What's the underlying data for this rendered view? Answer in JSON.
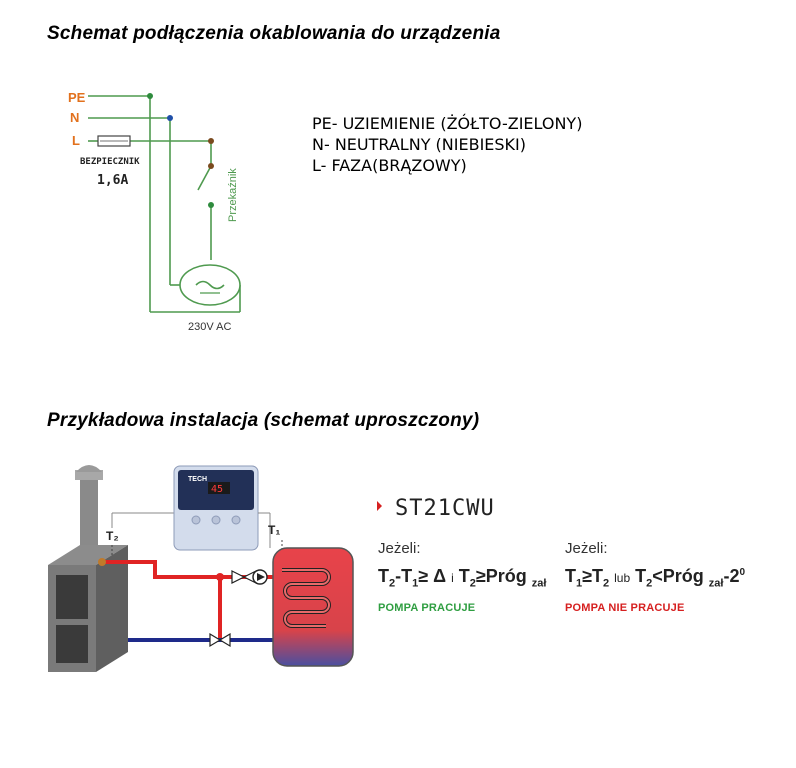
{
  "headings": {
    "wiring": "Schemat podłączenia okablowania do urządzenia",
    "installation": "Przykładowa instalacja (schemat uproszczony)"
  },
  "wiring_diagram": {
    "terminals": [
      "PE",
      "N",
      "L"
    ],
    "fuse_label": "BEZPIECZNIK",
    "fuse_value": "1,6A",
    "relay_label": "Przekaźnik",
    "supply_label": "230V AC",
    "colors": {
      "terminal_text": "#e2711d",
      "wire": "#3a8f3a",
      "node_green": "#2e8b3d",
      "node_blue": "#1f4fa8",
      "node_brown": "#7a4a1e"
    }
  },
  "legend": [
    "PE- UZIEMIENIE (ŻÓŁTO-ZIELONY)",
    "N- NEUTRALNY (NIEBIESKI)",
    "L- FAZA(BRĄZOWY)"
  ],
  "installation": {
    "sensor_t2": "T₂",
    "sensor_t1": "T₁",
    "controller_brand": "TECH",
    "display_value": "45",
    "product_name": "ST21CWU",
    "condition_on": {
      "if_label": "Jeżeli:",
      "status": "POMPA PRACUJE",
      "status_color": "#2f9e41"
    },
    "condition_off": {
      "if_label": "Jeżeli:",
      "status": "POMPA NIE PRACUJE",
      "status_color": "#d62020"
    },
    "colors": {
      "hot_pipe": "#e02424",
      "cold_pipe": "#1e2a8a",
      "boiler": "#6e6e6e",
      "tank": "#e8434a"
    }
  }
}
